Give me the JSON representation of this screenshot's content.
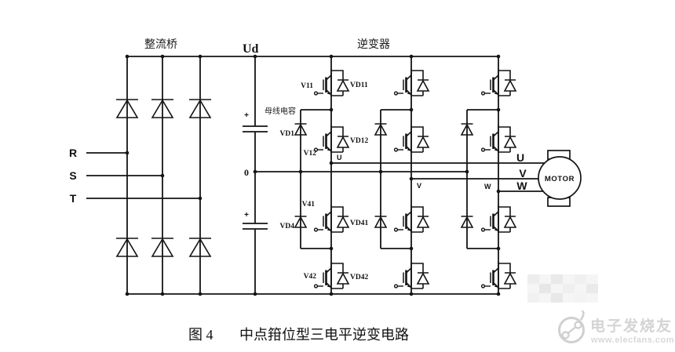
{
  "figure": {
    "caption_label": "图 4",
    "caption_title": "中点箝位型三电平逆变电路"
  },
  "section_labels": {
    "rectifier": "整流桥",
    "dc_voltage": "Ud",
    "inverter": "逆变器",
    "bus_capacitor": "母线电容",
    "neutral_point": "0",
    "cap_top_polarity": "+",
    "cap_bottom_polarity": "+"
  },
  "phase_inputs": {
    "r": "R",
    "s": "S",
    "t": "T"
  },
  "device_labels": {
    "v11": "V11",
    "vd11": "VD11",
    "vd1": "VD1",
    "v12": "V12",
    "vd12": "VD12",
    "v41": "V41",
    "vd41": "VD41",
    "vd4": "VD4",
    "v42": "V42",
    "vd42": "VD42"
  },
  "output_labels": {
    "leg1_u": "U",
    "leg2_v": "V",
    "leg3_w": "W",
    "line_u": "U",
    "line_v": "V",
    "line_w": "W"
  },
  "motor": {
    "label": "MOTOR"
  },
  "watermark": {
    "brand": "电子发烧友",
    "site": "www.elecfans.com"
  },
  "colors": {
    "ink": "#141414",
    "watermark_gray": "#d4d4d4"
  }
}
